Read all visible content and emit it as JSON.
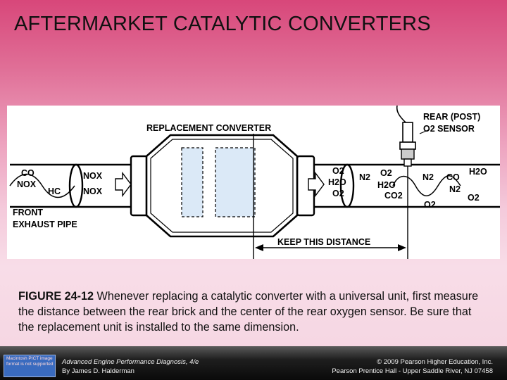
{
  "slide": {
    "title": "AFTERMARKET CATALYTIC CONVERTERS"
  },
  "diagram": {
    "replacement_label": "REPLACEMENT CONVERTER",
    "sensor_label_line1": "REAR (POST)",
    "sensor_label_line2": "O2 SENSOR",
    "inlet_gases": [
      "CO",
      "NOX",
      "HC"
    ],
    "converter_entry": [
      "NOX",
      "NOX"
    ],
    "converter_exit": [
      "O2",
      "H2O",
      "O2"
    ],
    "downstream_gases": [
      "N2",
      "O2",
      "H2O",
      "CO2",
      "N2",
      "CO",
      "H2O",
      "N2",
      "O2",
      "O2"
    ],
    "front_pipe_line1": "FRONT",
    "front_pipe_line2": "EXHAUST PIPE",
    "distance_label": "KEEP THIS DISTANCE"
  },
  "caption": {
    "figure_id": "FIGURE 24-12",
    "text": " Whenever replacing a catalytic converter with a universal unit, first measure the distance between the rear brick and the center of the rear oxygen sensor. Be sure that the replacement unit is installed to the same dimension."
  },
  "footer": {
    "badge_text": "Macintosh PICT image format is not supported",
    "book_title": "Advanced Engine Performance Diagnosis, 4/e",
    "author": "By James D. Halderman",
    "copyright": "© 2009 Pearson Higher Education, Inc.",
    "publisher": "Pearson Prentice Hall - Upper Saddle River, NJ 07458"
  }
}
